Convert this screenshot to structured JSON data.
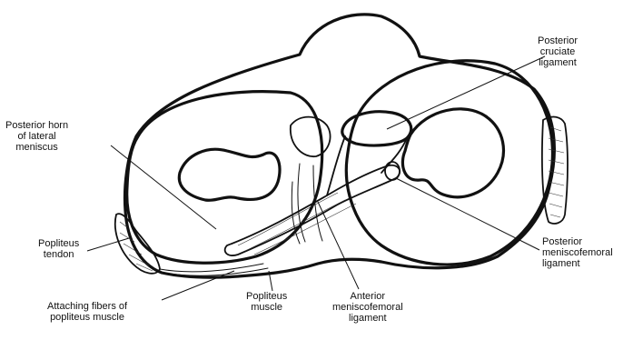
{
  "labels": {
    "posterior_cruciate_ligament": [
      "Posterior",
      "cruciate",
      "ligament"
    ],
    "posterior_horn_lateral_meniscus": [
      "Posterior horn",
      "of lateral",
      "meniscus"
    ],
    "popliteus_tendon": [
      "Popliteus",
      "tendon"
    ],
    "attaching_fibers": [
      "Attaching fibers of",
      "popliteus muscle"
    ],
    "popliteus_muscle": [
      "Popliteus",
      "muscle"
    ],
    "anterior_meniscofemoral_ligament": [
      "Anterior",
      "meniscofemoral",
      "ligament"
    ],
    "posterior_meniscofemoral_ligament": [
      "Posterior",
      "meniscofemoral",
      "ligament"
    ]
  }
}
